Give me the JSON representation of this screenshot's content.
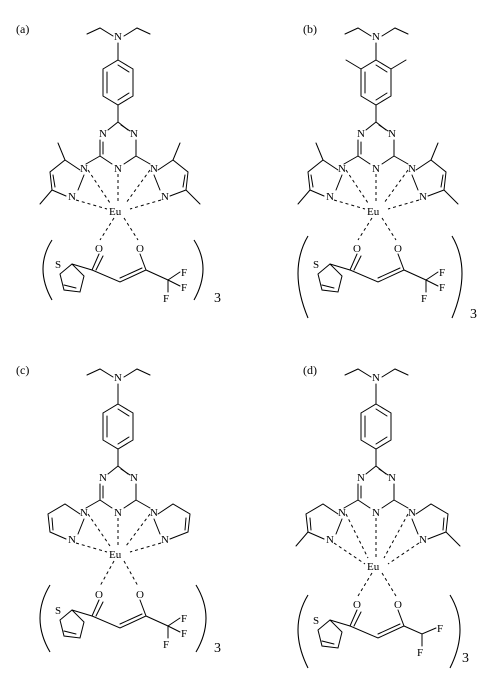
{
  "panels": [
    {
      "label": "(a)",
      "subscript": "3"
    },
    {
      "label": "(b)",
      "subscript": "3"
    },
    {
      "label": "(c)",
      "subscript": "3"
    },
    {
      "label": "(d)",
      "subscript": "3"
    }
  ],
  "atoms": {
    "nitrogen": "N",
    "europium": "Eu",
    "oxygen": "O",
    "sulfur": "S",
    "fluorine": "F"
  },
  "colors": {
    "ink": "#000000",
    "background": "#ffffff"
  }
}
